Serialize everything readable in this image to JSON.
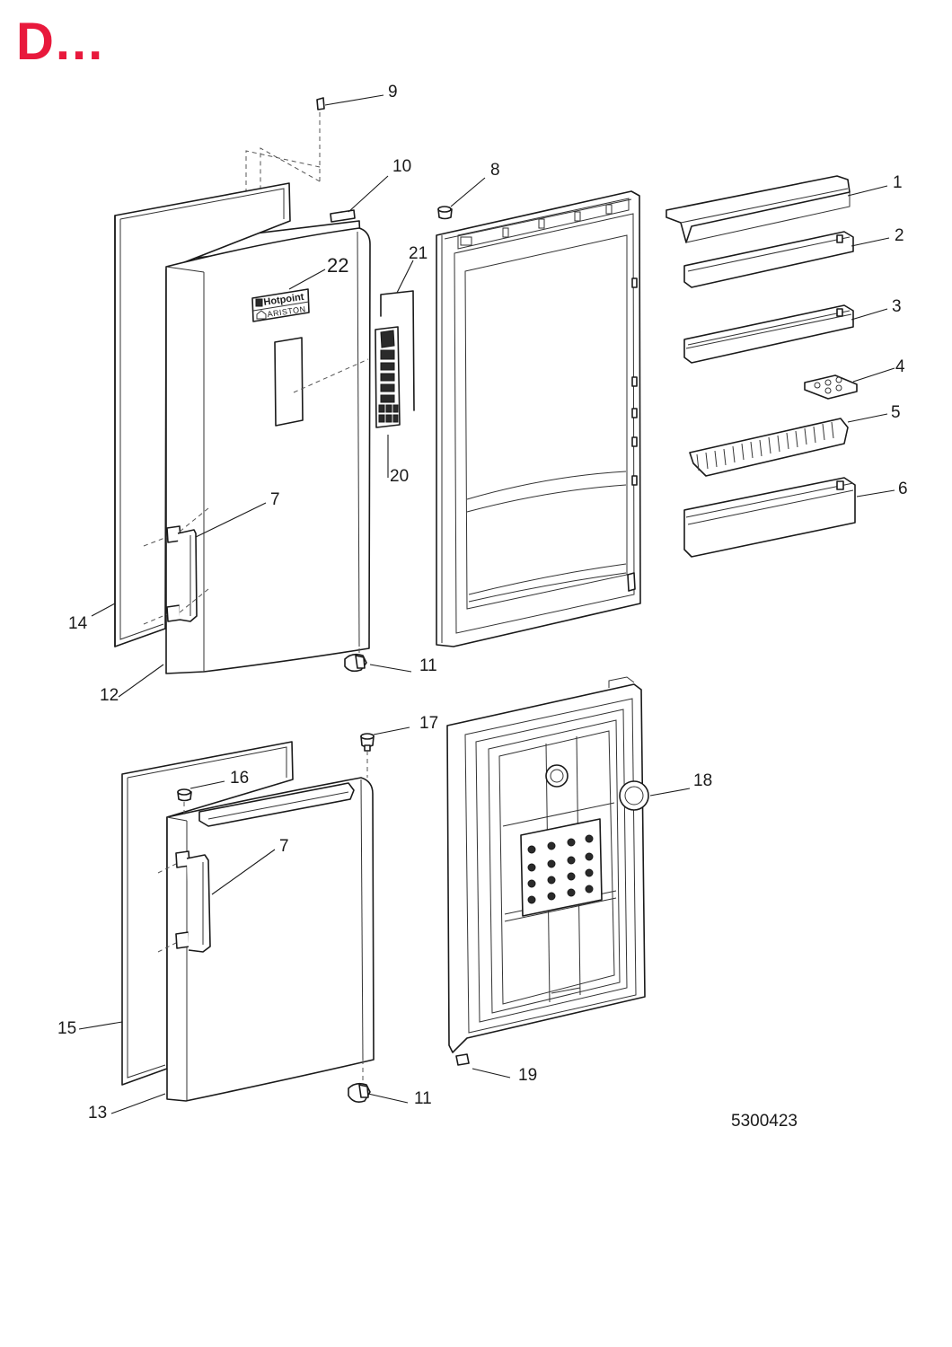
{
  "header": {
    "mark": "D...",
    "mark_color": "#e8193c"
  },
  "brand": {
    "name": "Hotpoint",
    "sub": "ARISTON"
  },
  "drawing_code": "5300423",
  "callouts": [
    "1",
    "2",
    "3",
    "4",
    "5",
    "6",
    "7",
    "7",
    "8",
    "9",
    "10",
    "11",
    "11",
    "12",
    "13",
    "14",
    "15",
    "16",
    "17",
    "18",
    "19",
    "20",
    "21",
    "22"
  ]
}
